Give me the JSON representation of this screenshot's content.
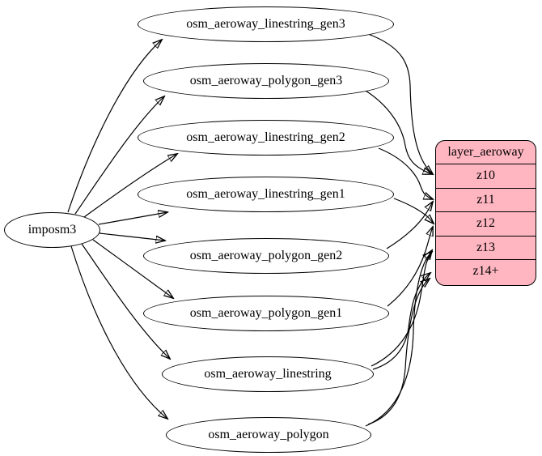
{
  "diagram": {
    "type": "etl-graph",
    "background_color": "#ffffff",
    "edge_color": "#000000",
    "source": {
      "label": "imposm3"
    },
    "tables": [
      {
        "label": "osm_aeroway_linestring_gen3"
      },
      {
        "label": "osm_aeroway_polygon_gen3"
      },
      {
        "label": "osm_aeroway_linestring_gen2"
      },
      {
        "label": "osm_aeroway_linestring_gen1"
      },
      {
        "label": "osm_aeroway_polygon_gen2"
      },
      {
        "label": "osm_aeroway_polygon_gen1"
      },
      {
        "label": "osm_aeroway_linestring"
      },
      {
        "label": "osm_aeroway_polygon"
      }
    ],
    "record": {
      "title": "layer_aeroway",
      "rows": [
        "z10",
        "z11",
        "z12",
        "z13",
        "z14+"
      ],
      "fill": "#ffb6c1",
      "border": "#000000"
    },
    "edges": [
      {
        "from": "imposm3",
        "to": "osm_aeroway_linestring_gen3"
      },
      {
        "from": "imposm3",
        "to": "osm_aeroway_polygon_gen3"
      },
      {
        "from": "imposm3",
        "to": "osm_aeroway_linestring_gen2"
      },
      {
        "from": "imposm3",
        "to": "osm_aeroway_linestring_gen1"
      },
      {
        "from": "imposm3",
        "to": "osm_aeroway_polygon_gen2"
      },
      {
        "from": "imposm3",
        "to": "osm_aeroway_polygon_gen1"
      },
      {
        "from": "imposm3",
        "to": "osm_aeroway_linestring"
      },
      {
        "from": "imposm3",
        "to": "osm_aeroway_polygon"
      },
      {
        "from": "osm_aeroway_linestring_gen3",
        "to": "layer_aeroway:z10"
      },
      {
        "from": "osm_aeroway_polygon_gen3",
        "to": "layer_aeroway:z10"
      },
      {
        "from": "osm_aeroway_linestring_gen2",
        "to": "layer_aeroway:z11"
      },
      {
        "from": "osm_aeroway_polygon_gen2",
        "to": "layer_aeroway:z11"
      },
      {
        "from": "osm_aeroway_linestring_gen1",
        "to": "layer_aeroway:z12"
      },
      {
        "from": "osm_aeroway_polygon_gen1",
        "to": "layer_aeroway:z12"
      },
      {
        "from": "osm_aeroway_linestring",
        "to": "layer_aeroway:z13"
      },
      {
        "from": "osm_aeroway_polygon",
        "to": "layer_aeroway:z13"
      },
      {
        "from": "osm_aeroway_linestring",
        "to": "layer_aeroway:z14+"
      },
      {
        "from": "osm_aeroway_polygon",
        "to": "layer_aeroway:z14+"
      }
    ]
  }
}
